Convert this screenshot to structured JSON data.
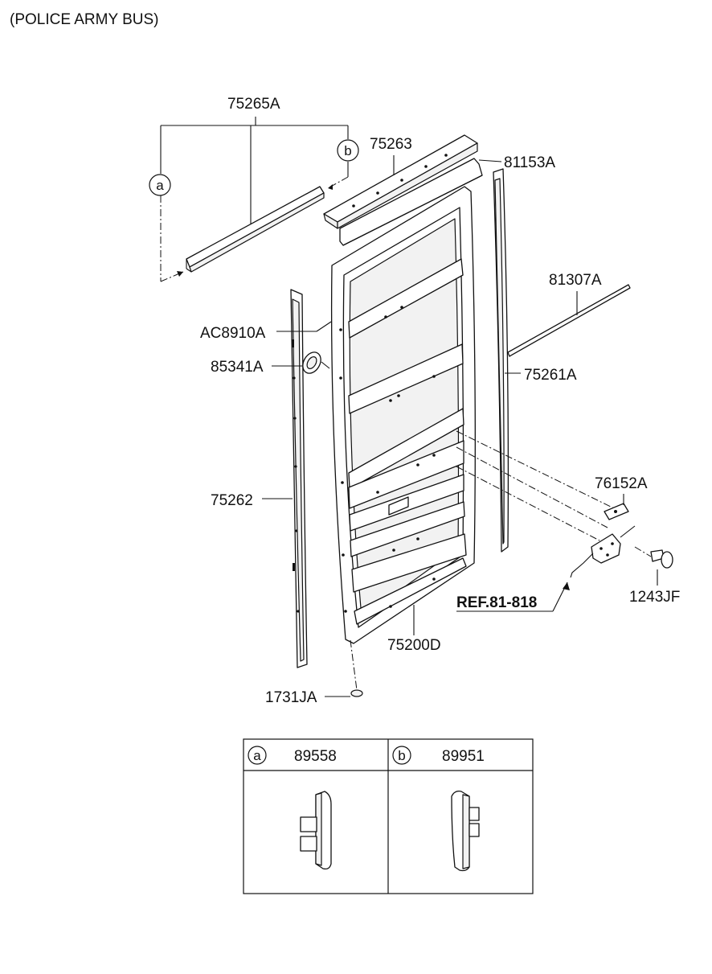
{
  "header": {
    "title": "(POLICE ARMY BUS)"
  },
  "parts": {
    "p75265A": "75265A",
    "p75263": "75263",
    "p81153A": "81153A",
    "p81307A": "81307A",
    "pAC8910A": "AC8910A",
    "p85341A": "85341A",
    "p75261A": "75261A",
    "p75262": "75262",
    "p76152A": "76152A",
    "pREF": "REF.81-818",
    "p1243JF": "1243JF",
    "p75200D": "75200D",
    "p1731JA": "1731JA"
  },
  "callouts": {
    "a": "a",
    "b": "b"
  },
  "legend": {
    "a_code": "89558",
    "b_code": "89951"
  }
}
